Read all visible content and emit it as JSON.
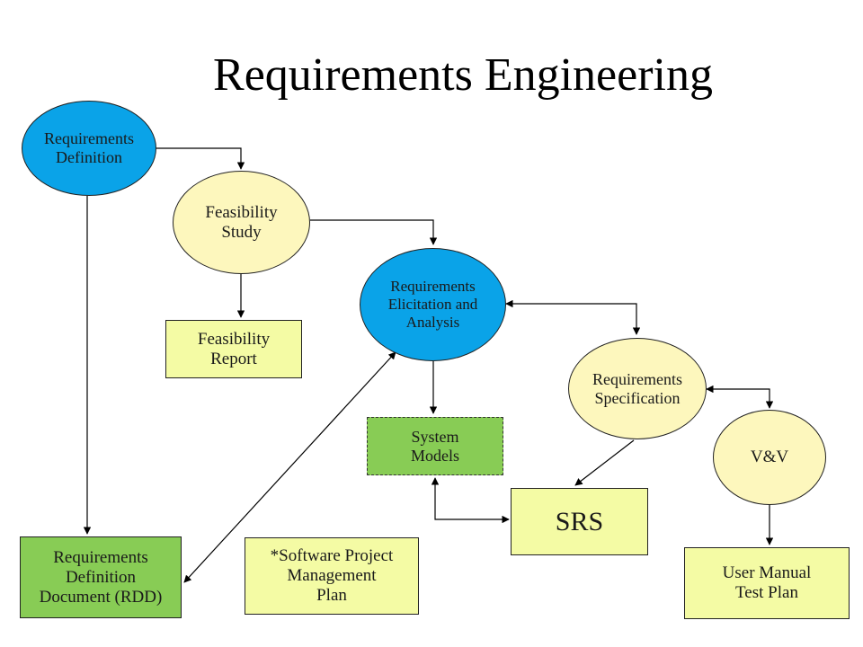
{
  "diagram": {
    "title": "Requirements Engineering",
    "nodes": {
      "req_def": "Requirements\nDefinition",
      "feas_study": "Feasibility\nStudy",
      "feas_report": "Feasibility\nReport",
      "elicitation": "Requirements\nElicitation and\nAnalysis",
      "req_spec": "Requirements\nSpecification",
      "system_models": "System\nModels",
      "vv": "V&V",
      "srs": "SRS",
      "rdd": "Requirements\nDefinition\nDocument (RDD)",
      "spmp": "*Software Project\nManagement\nPlan",
      "user_manual": "User Manual\nTest Plan"
    },
    "colors": {
      "blue_node": "#0aa3e8",
      "cream_node": "#fdf7bd",
      "yellow_box": "#f4fba4",
      "green_box": "#88cc55"
    }
  }
}
